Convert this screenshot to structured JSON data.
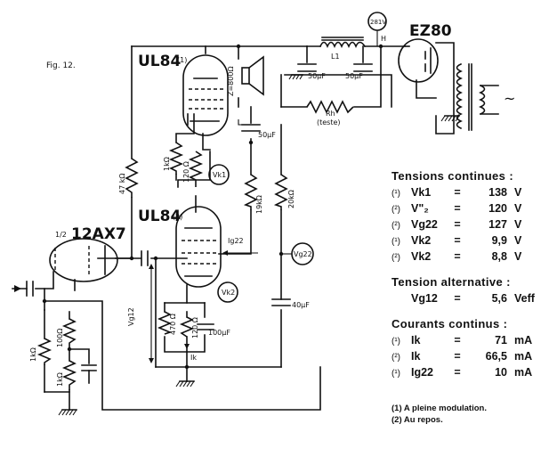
{
  "figure_label": "Fig. 12.",
  "tubes": {
    "output_top": "UL84",
    "output_top_ref": "(1)",
    "output_bottom": "UL84",
    "output_bottom_ref": "(2)",
    "driver_fraction": "1/2",
    "driver": "12AX7",
    "rectifier": "EZ80"
  },
  "components": {
    "speaker_impedance": "Z=800Ω",
    "filter_cap_1": "50µF",
    "filter_cap_2": "50µF",
    "choke": "L1",
    "supply_meter": "281V",
    "node_h": "H",
    "rh_resistor": "Rh",
    "rh_note": "(teste)",
    "cathode_cap_top": "50µF",
    "r_47k": "47 kΩ",
    "r_1k_top": "1kΩ",
    "r_120_top": "120 Ω",
    "meter_vk1": "Vk1",
    "r_19k": "19kΩ",
    "r_20k": "20kΩ",
    "ig22": "Ig22",
    "meter_vg22": "Vg22",
    "cap_40u": "40µF",
    "meter_vk2": "Vk2",
    "r_470": "470 Ω",
    "r_120_bottom": "120 Ω",
    "cap_100u": "100µF",
    "ik": "Ik",
    "vg12": "Vg12",
    "r_1k_left": "1kΩ",
    "r_100": "100Ω",
    "r_1k_bottom": "1kΩ",
    "ac_symbol": "~"
  },
  "tensions_continues": {
    "title": "Tensions continues :",
    "rows": [
      {
        "ref": "(¹)",
        "symbol": "Vk1",
        "eq": "=",
        "value": "138",
        "unit": "V"
      },
      {
        "ref": "(²)",
        "symbol": "V\"₂",
        "eq": "=",
        "value": "120",
        "unit": "V"
      },
      {
        "ref": "(²)",
        "symbol": "Vg22",
        "eq": "=",
        "value": "127",
        "unit": "V"
      },
      {
        "ref": "(¹)",
        "symbol": "Vk2",
        "eq": "=",
        "value": "9,9",
        "unit": "V"
      },
      {
        "ref": "(²)",
        "symbol": "Vk2",
        "eq": "=",
        "value": "8,8",
        "unit": "V"
      }
    ]
  },
  "tension_alternative": {
    "title": "Tension alternative :",
    "rows": [
      {
        "ref": "",
        "symbol": "Vg12",
        "eq": "=",
        "value": "5,6",
        "unit": "Veff"
      }
    ]
  },
  "courants_continus": {
    "title": "Courants continus :",
    "rows": [
      {
        "ref": "(¹)",
        "symbol": "Ik",
        "eq": "=",
        "value": "71",
        "unit": "mA"
      },
      {
        "ref": "(²)",
        "symbol": "Ik",
        "eq": "=",
        "value": "66,5",
        "unit": "mA"
      },
      {
        "ref": "(¹)",
        "symbol": "Ig22",
        "eq": "=",
        "value": "10",
        "unit": "mA"
      }
    ]
  },
  "notes": {
    "note1": "(1) A pleine modulation.",
    "note2": "(2) Au repos."
  }
}
